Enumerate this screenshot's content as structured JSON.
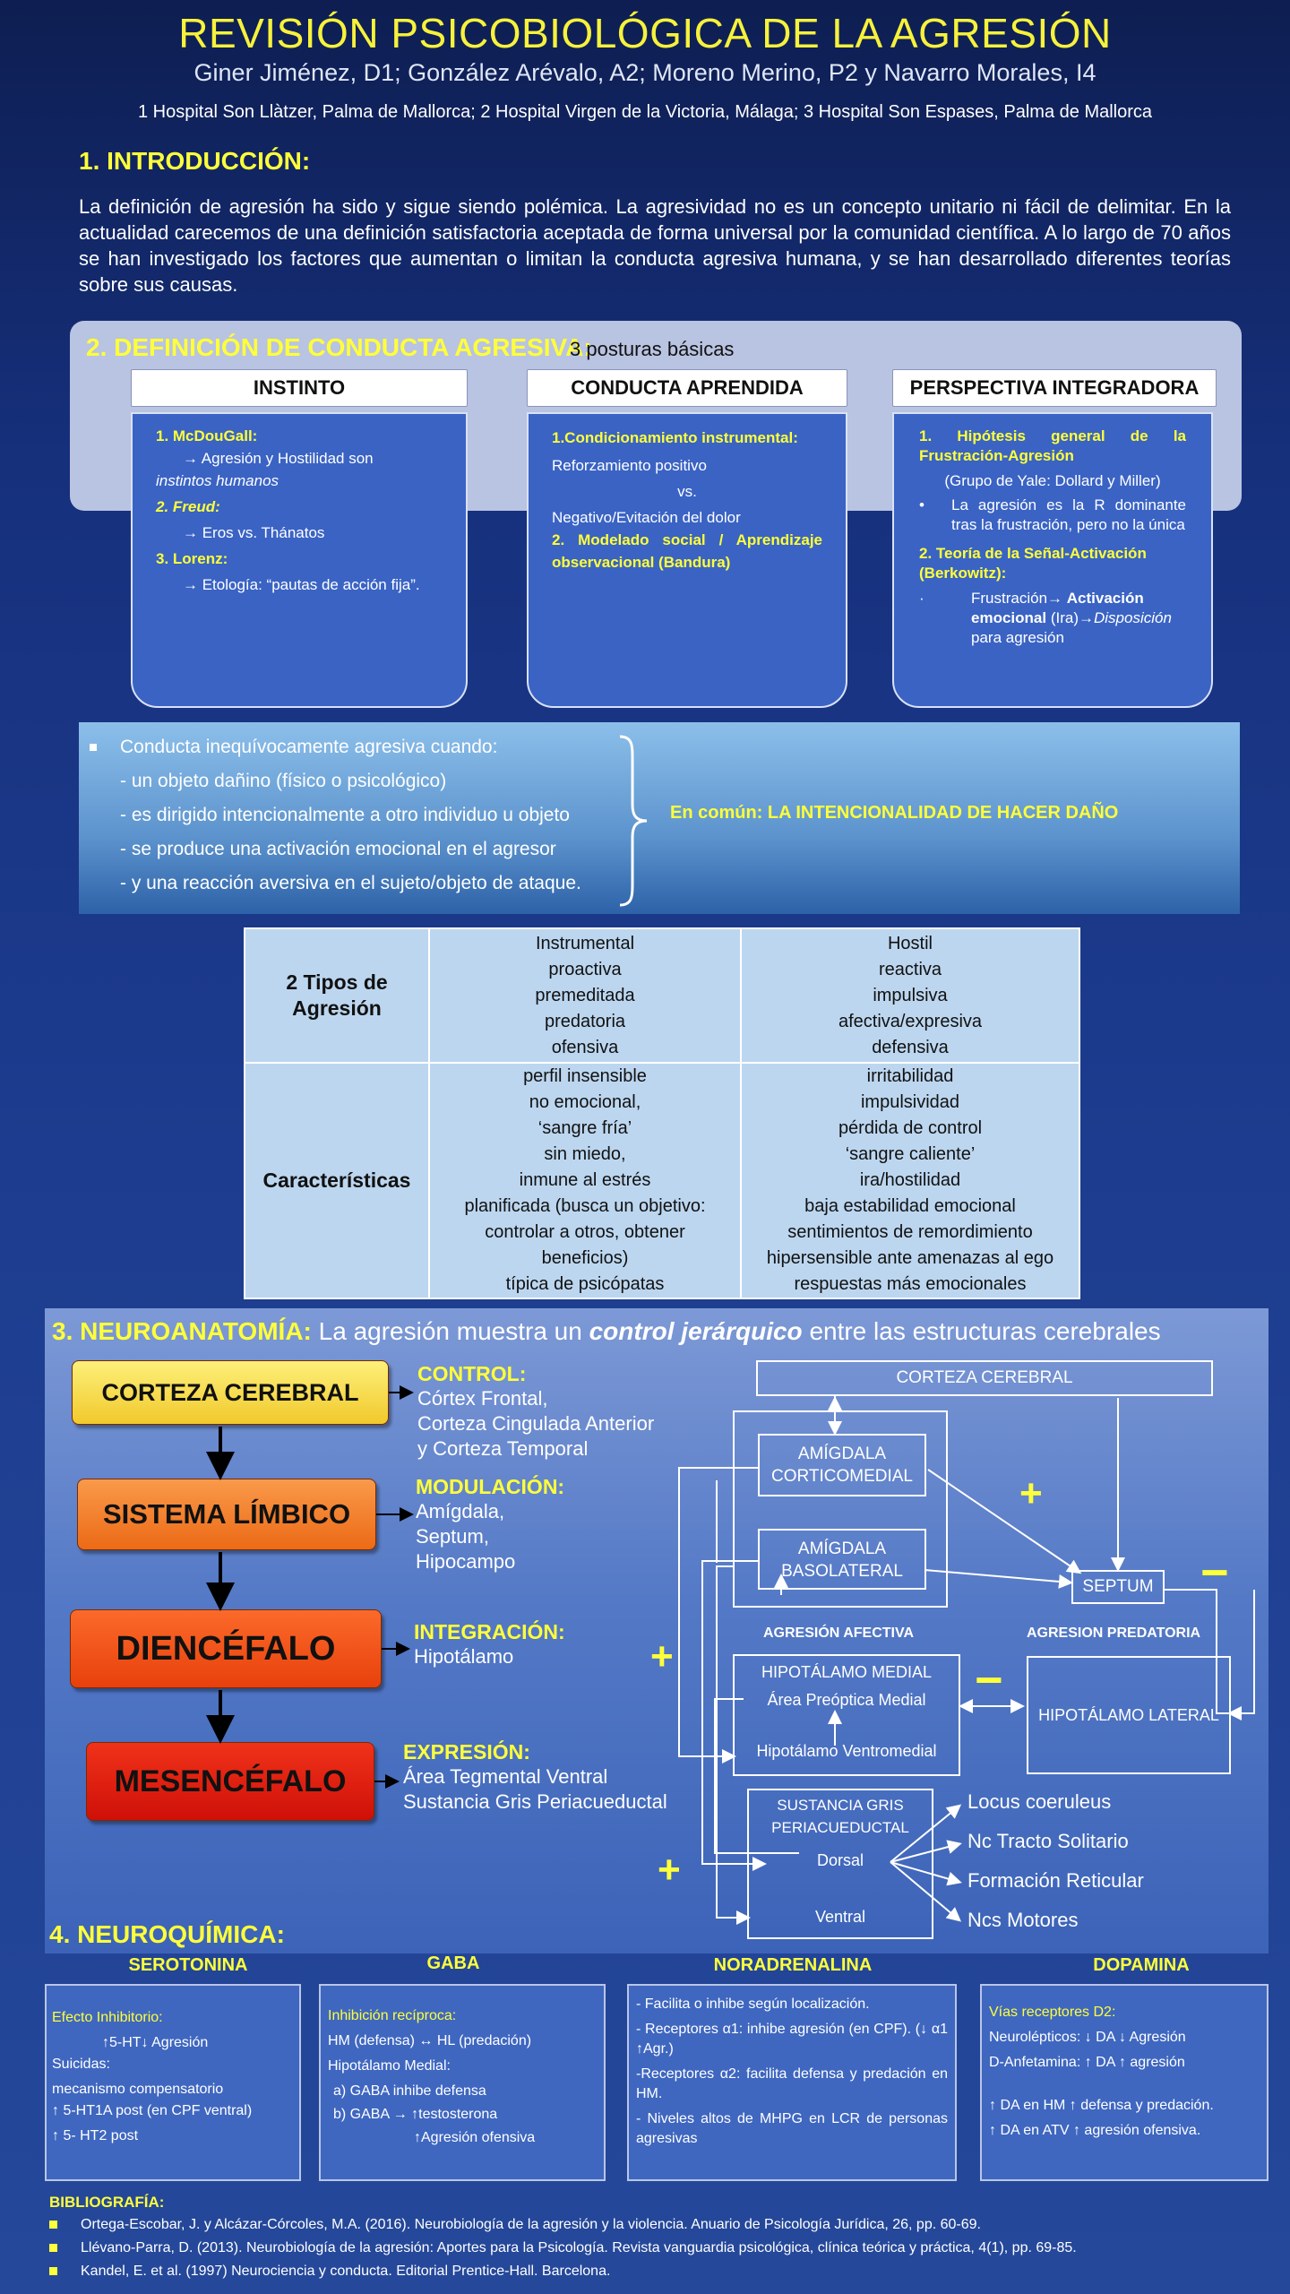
{
  "header": {
    "title": "REVISIÓN PSICOBIOLÓGICA DE LA AGRESIÓN",
    "authors": "Giner Jiménez, D1; González Arévalo, A2; Moreno Merino, P2 y Navarro Morales, I4",
    "affiliations": "1 Hospital Son Llàtzer, Palma de Mallorca; 2 Hospital Virgen de la Victoria, Málaga; 3 Hospital Son Espases, Palma de Mallorca"
  },
  "intro": {
    "title": "1. INTRODUCCIÓN:",
    "text": "La definición de agresión ha sido y sigue siendo polémica. La agresividad no es un concepto unitario ni fácil de delimitar. En la actualidad carecemos de una definición satisfactoria aceptada de forma universal por la comunidad científica. A lo largo de 70 años se han investigado los factores que aumentan o limitan la conducta agresiva humana, y se han desarrollado diferentes teorías sobre sus causas."
  },
  "definition": {
    "title": "2. DEFINICIÓN DE CONDUCTA AGRESIVA:",
    "subtitle": "3 posturas básicas",
    "columns": [
      {
        "header": "INSTINTO",
        "lines": [
          "1.    McDouGall:",
          "→ Agresión y Hostilidad son",
          "instintos humanos",
          "2. Freud:",
          "→ Eros vs. Thánatos",
          "3. Lorenz:",
          "→ Etología: “pautas de acción fija”."
        ]
      },
      {
        "header": "CONDUCTA APRENDIDA",
        "lines": [
          "1.Condicionamiento instrumental:",
          "Reforzamiento positivo",
          "vs.",
          "Negativo/Evitación del dolor",
          "2. Modelado social / Aprendizaje observacional (Bandura)"
        ]
      },
      {
        "header": "PERSPECTIVA INTEGRADORA",
        "lines": [
          "1.    Hipótesis general de la Frustración-Agresión",
          "(Grupo de Yale: Dollard y Miller)",
          "La agresión es la R dominante tras la frustración, pero no la única",
          "2. Teoría de la Señal-Activación (Berkowitz):",
          "Frustración→",
          "Activación emocional",
          "(Ira)→",
          "Disposición",
          "para agresión"
        ]
      }
    ],
    "criteria": {
      "lead": "Conducta inequívocamente agresiva cuando:",
      "items": [
        "- un objeto dañino (físico o psicológico)",
        "- es dirigido intencionalmente a otro individuo u objeto",
        "- se produce una activación emocional en el agresor",
        "- y una reacción aversiva en el sujeto/objeto de ataque."
      ],
      "common": "En común: LA INTENCIONALIDAD DE HACER DAÑO"
    }
  },
  "table": {
    "row1_header": "2 Tipos de Agresión",
    "row1_col1": [
      "Instrumental",
      "proactiva",
      "premeditada",
      "predatoria",
      "ofensiva"
    ],
    "row1_col2": [
      "Hostil",
      "reactiva",
      "impulsiva",
      "afectiva/expresiva",
      "defensiva"
    ],
    "row2_header": "Características",
    "row2_col1": [
      "perfil insensible",
      "no emocional,",
      "‘sangre fría’",
      "sin miedo,",
      "inmune al estrés",
      "planificada (busca un objetivo:",
      "controlar a otros, obtener",
      "beneficios)",
      "típica de psicópatas"
    ],
    "row2_col2": [
      "irritabilidad",
      "impulsividad",
      "pérdida de control",
      "‘sangre caliente’",
      "ira/hostilidad",
      "baja estabilidad emocional",
      "sentimientos de remordimiento",
      "hipersensible ante amenazas al ego",
      "respuestas más emocionales"
    ]
  },
  "neuroanatomy": {
    "title": "3. NEUROANATOMÍA:",
    "subtitle_pre": "La agresión muestra un",
    "subtitle_em": "control jerárquico",
    "subtitle_post": "entre las estructuras cerebrales",
    "levels": [
      {
        "box": "CORTEZA CEREBRAL",
        "role": "CONTROL:",
        "desc": [
          "Córtex Frontal,",
          "Corteza Cingulada Anterior",
          "y Corteza Temporal"
        ]
      },
      {
        "box": "SISTEMA LÍMBICO",
        "role": "MODULACIÓN:",
        "desc": [
          "Amígdala,",
          "Septum,",
          "Hipocampo"
        ]
      },
      {
        "box": "DIENCÉFALO",
        "role": "INTEGRACIÓN:",
        "desc": [
          "Hipotálamo"
        ]
      },
      {
        "box": "MESENCÉFALO",
        "role": "EXPRESIÓN:",
        "desc": [
          "Área Tegmental Ventral",
          "Sustancia Gris Periacueductal"
        ]
      }
    ],
    "diagram": {
      "corteza": "CORTEZA CEREBRAL",
      "amig_cm": [
        "AMÍGDALA",
        "CORTICOMEDIAL"
      ],
      "amig_bl": [
        "AMÍGDALA",
        "BASOLATERAL"
      ],
      "septum": "SEPTUM",
      "afectiva_label": "AGRESIÓN AFECTIVA",
      "predatoria_label": "AGRESION PREDATORIA",
      "hm_title": "HIPOTÁLAMO  MEDIAL",
      "hm_preoptica": "Área Preóptica Medial",
      "hm_ventromedial": "Hipotálamo Ventromedial",
      "hl": "HIPOTÁLAMO  LATERAL",
      "sgp_title": [
        "SUSTANCIA GRIS",
        "PERIACUEDUCTAL"
      ],
      "dorsal": "Dorsal",
      "ventral": "Ventral",
      "outputs": [
        "Locus coeruleus",
        "Nc Tracto Solitario",
        "Formación Reticular",
        "Ncs Motores"
      ],
      "plus": "+",
      "minus": "−"
    }
  },
  "neurochem": {
    "title": "4. NEUROQUÍMICA:",
    "columns": [
      {
        "head": "SEROTONINA",
        "lines": [
          {
            "t": "Efecto Inhibitorio:",
            "y": true
          },
          {
            "t": "↑5-HT↓ Agresión",
            "y": false,
            "indent": true
          },
          {
            "t": "Suicidas:",
            "y": false
          },
          {
            "t": "mecanismo compensatorio",
            "y": false
          },
          {
            "t": "↑ 5-HT1A post (en CPF ventral)",
            "y": false
          },
          {
            "t": "↑ 5- HT2 post",
            "y": false
          }
        ]
      },
      {
        "head": "GABA",
        "lines": [
          {
            "t": "Inhibición recíproca:",
            "y": true
          },
          {
            "t": "HM (defensa) ↔ HL (predación)",
            "y": false
          },
          {
            "t": "Hipotálamo Medial:",
            "y": false
          },
          {
            "t": "a) GABA inhibe defensa",
            "y": false,
            "indent": true
          },
          {
            "t": "b) GABA → ↑testosterona",
            "y": false,
            "indent": true
          },
          {
            "t": "↑Agresión ofensiva",
            "y": false,
            "indent2": true
          }
        ]
      },
      {
        "head": "NORADRENALINA",
        "lines": [
          {
            "t": "- Facilita o inhibe según localización.",
            "y": false
          },
          {
            "t": "- Receptores α1: inhibe agresión (en CPF). (↓ α1 ↑Agr.)",
            "y": false
          },
          {
            "t": "-Receptores α2: facilita defensa y predación en HM.",
            "y": false
          },
          {
            "t": "- Niveles altos de MHPG en LCR de personas agresivas",
            "y": false
          }
        ]
      },
      {
        "head": "DOPAMINA",
        "lines": [
          {
            "t": "Vías receptores D2:",
            "y": true
          },
          {
            "t": "Neurolépticos: ↓ DA ↓ Agresión",
            "y": false
          },
          {
            "t": "D-Anfetamina: ↑ DA ↑ agresión",
            "y": false
          },
          {
            "t": "",
            "y": false
          },
          {
            "t": "↑ DA en HM ↑ defensa y predación.",
            "y": false
          },
          {
            "t": "↑ DA en ATV ↑ agresión ofensiva.",
            "y": false
          }
        ]
      }
    ]
  },
  "bibliography": {
    "title": "BIBLIOGRAFÍA:",
    "items": [
      "Ortega-Escobar, J. y Alcázar-Córcoles, M.A. (2016). Neurobiología de la agresión y la violencia. Anuario de Psicología Jurídica, 26, pp. 60-69.",
      "Llévano-Parra, D. (2013). Neurobiología de la agresión: Aportes para la Psicología. Revista vanguardia psicológica, clínica teórica y práctica, 4(1), pp. 69-85.",
      "Kandel, E. et al. (1997) Neurociencia y conducta. Editorial Prentice-Hall. Barcelona."
    ]
  },
  "colors": {
    "accent_yellow": "#ffff3a",
    "background_blue": "#1d3c8f",
    "box_corteza": "#f5d545",
    "box_limbico": "#f07a28",
    "box_diencefalo": "#f04a18",
    "box_mesencefalo": "#e01a10"
  }
}
